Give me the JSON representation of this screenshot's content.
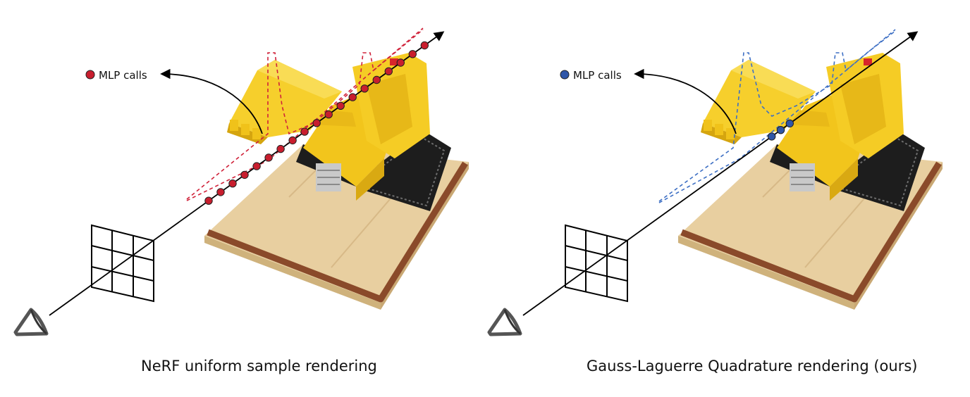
{
  "left_panel": {
    "legend_label": "MLP calls",
    "marker_color": "#c81e2e",
    "guide_color": "#d0223a",
    "caption": "NeRF uniform sample rendering"
  },
  "right_panel": {
    "legend_label": "MLP calls",
    "marker_color": "#2f56a8",
    "guide_color": "#3d6fc4",
    "caption": "Gauss-Laguerre Quadrature rendering (ours)"
  },
  "colors": {
    "model_yellow": "#f2c51c",
    "base_tan": "#ead2a4",
    "base_brown": "#8a4a2a",
    "track_black": "#1d1d1d",
    "ray": "#000000"
  },
  "icons": [
    "eye-icon",
    "image-plane-grid-icon",
    "arrow-icon"
  ]
}
